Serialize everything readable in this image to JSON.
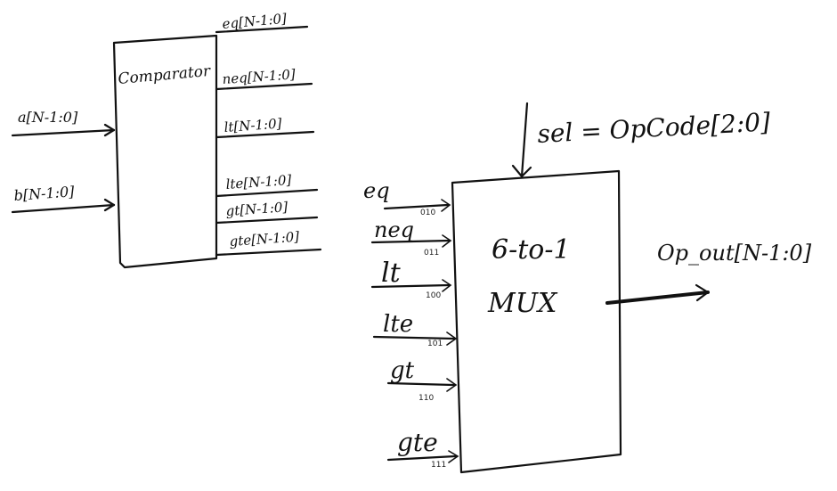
{
  "comparator": {
    "title": "Comparator",
    "inputs": [
      "a[N-1:0]",
      "b[N-1:0]"
    ],
    "outputs": [
      "eq[N-1:0]",
      "neq[N-1:0]",
      "lt[N-1:0]",
      "lte[N-1:0]",
      "gt[N-1:0]",
      "gte[N-1:0]"
    ]
  },
  "mux": {
    "title_line1": "6-to-1",
    "title_line2": "MUX",
    "select_label": "sel = OpCode[2:0]",
    "output_label": "Op_out[N-1:0]",
    "inputs": [
      {
        "name": "eq",
        "code": "010"
      },
      {
        "name": "neq",
        "code": "011"
      },
      {
        "name": "lt",
        "code": "100"
      },
      {
        "name": "lte",
        "code": "101"
      },
      {
        "name": "gt",
        "code": "110"
      },
      {
        "name": "gte",
        "code": "111"
      }
    ]
  }
}
